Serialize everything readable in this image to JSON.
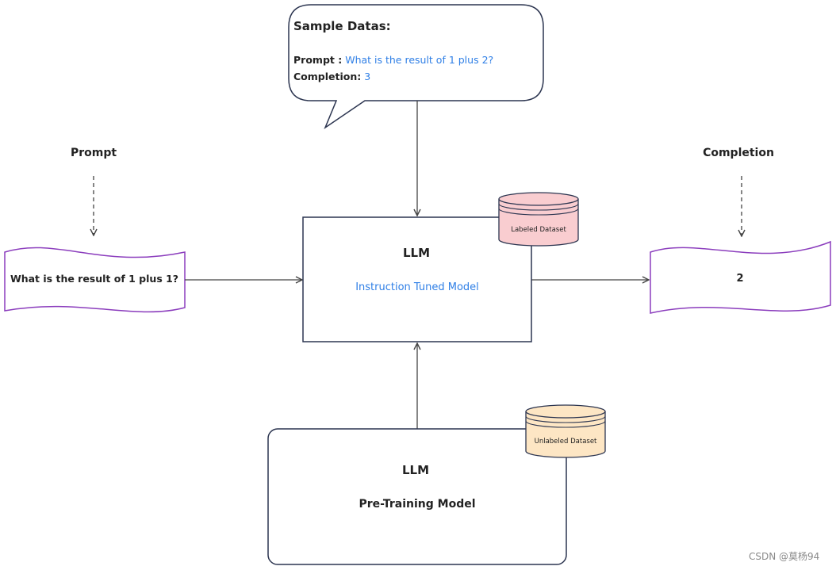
{
  "bubble": {
    "title": "Sample Datas:",
    "prompt_label": "Prompt :",
    "prompt_value": "What is the result of 1 plus 2?",
    "completion_label": "Completion:",
    "completion_value": "3"
  },
  "prompt_heading": "Prompt",
  "completion_heading": "Completion",
  "input_doc": {
    "text": "What is the result of 1 plus 1?"
  },
  "output_doc": {
    "text": "2"
  },
  "tuned_model": {
    "title": "LLM",
    "subtitle": "Instruction Tuned Model",
    "dataset": "Labeled Dataset"
  },
  "pretrain_model": {
    "title": "LLM",
    "subtitle": "Pre-Training Model",
    "dataset": "Unlabeled Dataset"
  },
  "watermark": "CSDN @莫杨94",
  "colors": {
    "accent_blue": "#2f7fe6",
    "doc_border": "#8b3dbd",
    "box_border": "#2c3550",
    "labeled_fill": "#f9cdd0",
    "unlabeled_fill": "#fde6c4"
  }
}
